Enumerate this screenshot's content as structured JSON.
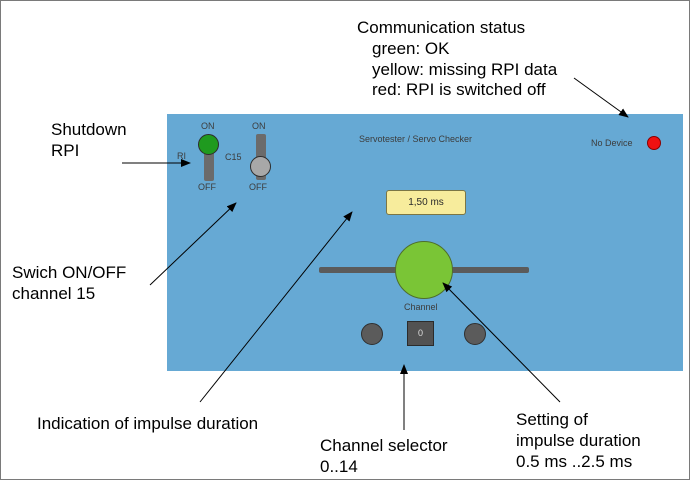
{
  "annotations": {
    "comm_status_title": "Communication status",
    "comm_status_green": "green: OK",
    "comm_status_yellow": "yellow: missing RPI data",
    "comm_status_red": "red: RPI is switched off",
    "shutdown_line1": "Shutdown",
    "shutdown_line2": "RPI",
    "switch_line1": "Swich ON/OFF",
    "switch_line2": "channel 15",
    "impulse_indication": "Indication of impulse duration",
    "channel_selector_line1": "Channel selector",
    "channel_selector_line2": "0..14",
    "setting_line1": "Setting of",
    "setting_line2": "impulse duration",
    "setting_line3": "0.5 ms ..2.5 ms"
  },
  "panel": {
    "title": "Servotester / Servo Checker",
    "device_status": "No Device",
    "status_led_color": "#ef1111",
    "rpi_toggle": {
      "label": "RI",
      "on_label": "ON",
      "off_label": "OFF",
      "knob_color": "#1f9a1f",
      "state": "ON"
    },
    "c15_toggle": {
      "label": "C15",
      "on_label": "ON",
      "off_label": "OFF",
      "knob_color": "#a8a8a8",
      "state": "OFF"
    },
    "impulse_display": "1,50 ms",
    "impulse_slider_fraction": 0.5,
    "channel_label": "Channel",
    "channel_value": "0",
    "background_color": "#66a9d4"
  }
}
